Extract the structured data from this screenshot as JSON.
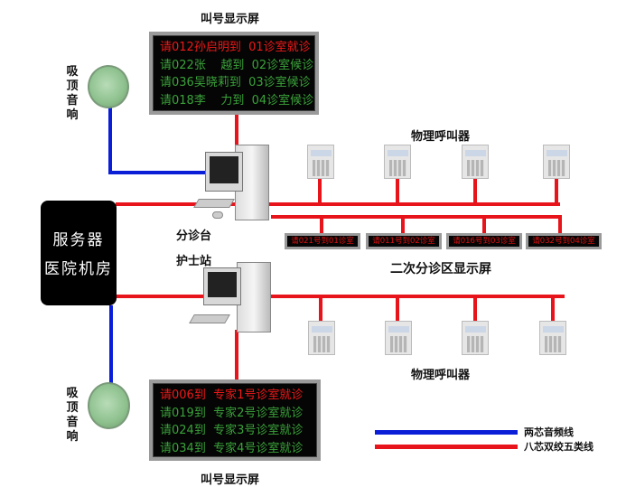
{
  "top_display": {
    "title": "叫号显示屏",
    "rows": [
      {
        "text": "请012孙启明到  01诊室就诊",
        "color": "red"
      },
      {
        "text": "请022张    越到  02诊室候诊",
        "color": "green"
      },
      {
        "text": "请036吴晓莉到  03诊室候诊",
        "color": "green"
      },
      {
        "text": "请018李    力到  04诊室候诊",
        "color": "green"
      }
    ]
  },
  "speaker_top": {
    "label": "吸顶音响"
  },
  "speaker_bottom": {
    "label": "吸顶音响"
  },
  "server": {
    "line1": "服务器",
    "line2": "医院机房"
  },
  "triage_station": {
    "label": "分诊台"
  },
  "nurse_station": {
    "label": "护士站"
  },
  "callers_top": {
    "label": "物理呼叫器"
  },
  "callers_bottom": {
    "label": "物理呼叫器"
  },
  "secondary_displays": {
    "label": "二次分诊区显示屏",
    "items": [
      "请021号到01诊室",
      "请011号到02诊室",
      "请016号到03诊室",
      "请032号到04诊室"
    ]
  },
  "bottom_display": {
    "title": "叫号显示屏",
    "rows": [
      {
        "text": "请006到  专家1号诊室就诊",
        "color": "red"
      },
      {
        "text": "请019到  专家2号诊室就诊",
        "color": "green"
      },
      {
        "text": "请024到  专家3号诊室就诊",
        "color": "green"
      },
      {
        "text": "请034到  专家4号诊室就诊",
        "color": "green"
      }
    ]
  },
  "legend": [
    {
      "label": "两芯音频线",
      "color": "#0a1ed8"
    },
    {
      "label": "八芯双绞五类线",
      "color": "#e8141c"
    }
  ]
}
